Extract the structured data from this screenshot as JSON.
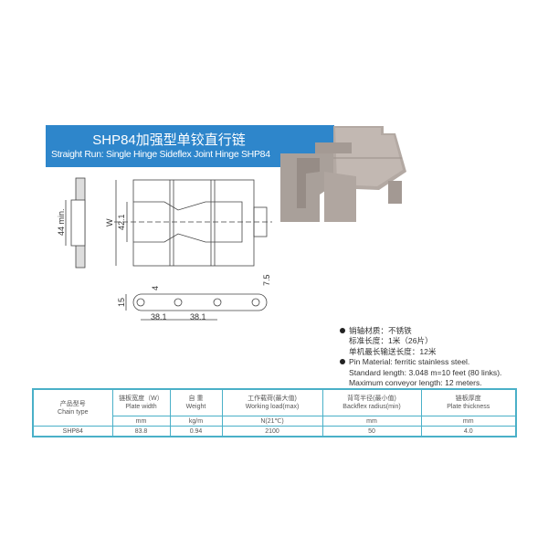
{
  "banner": {
    "title_cn": "SHP84加强型单铰直行链",
    "title_en": "Straight Run: Single Hinge Sideflex Joint Hinge SHP84",
    "color": "#2e86cb"
  },
  "drawing": {
    "dim_44": "44 min.",
    "dim_w": "W",
    "dim_42": "42.1",
    "dim_15": "15",
    "dim_4": "4",
    "dim_75": "7.5",
    "dim_381a": "38.1",
    "dim_381b": "38.1"
  },
  "notes": {
    "cn": [
      "销轴材质：不锈铁",
      "标准长度：1米（26片）",
      "单机最长输送长度：12米"
    ],
    "en": [
      "Pin Material: ferritic stainless steel.",
      "Standard length: 3.048 m=10 feet (80 links).",
      "Maximum conveyor length: 12 meters."
    ]
  },
  "table": {
    "headers": [
      {
        "cn": "产品型号",
        "en": "Chain type"
      },
      {
        "cn": "链板宽度（W）",
        "en": "Plate width"
      },
      {
        "cn": "自 重",
        "en": "Weight"
      },
      {
        "cn": "工作载荷(最大值)",
        "en": "Working load(max)"
      },
      {
        "cn": "背弯半径(最小值)",
        "en": "Backflex radius(min)"
      },
      {
        "cn": "链板厚度",
        "en": "Plate thickness"
      }
    ],
    "units": [
      "mm",
      "kg/m",
      "N(21℃)",
      "mm",
      "mm"
    ],
    "rows": [
      [
        "SHP84",
        "83.8",
        "0.94",
        "2100",
        "50",
        "4.0"
      ]
    ],
    "border_color": "#4ab0c8"
  }
}
